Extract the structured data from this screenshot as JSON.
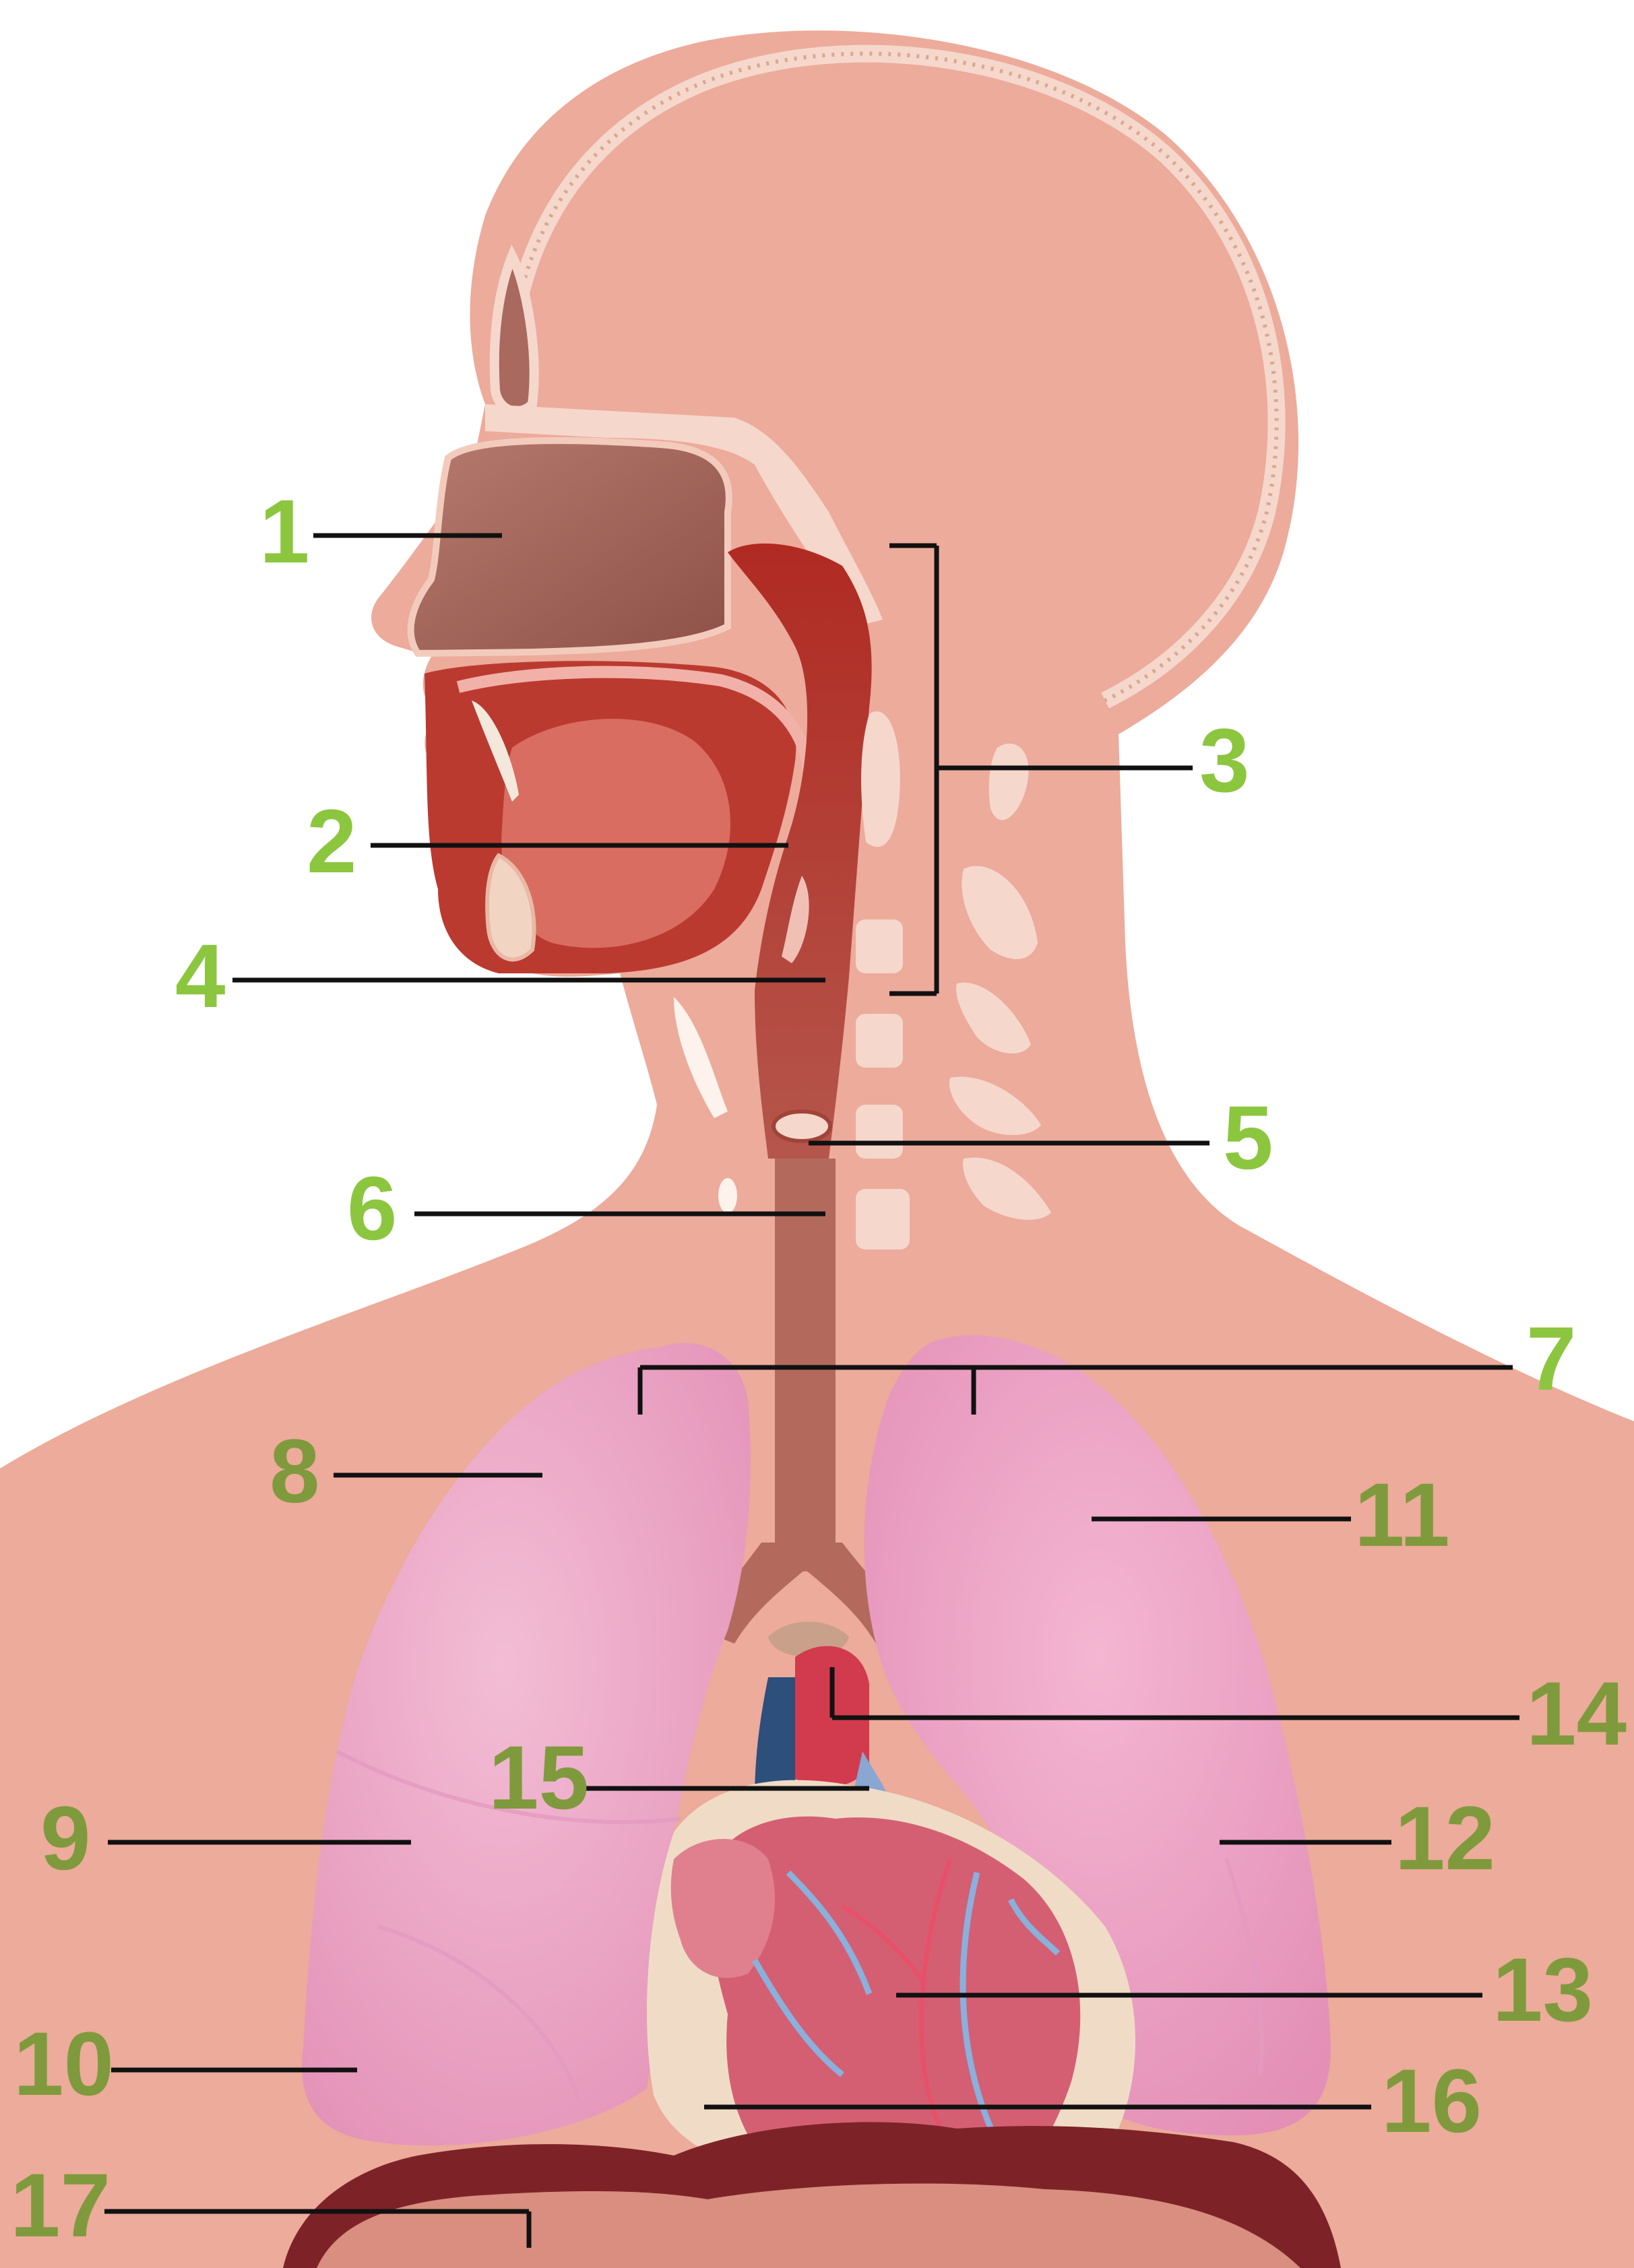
{
  "colors": {
    "background": "#ffffff",
    "skin": "#ecab9b",
    "bone": "#f6d7cc",
    "nasal_cavity": "#a9695f",
    "airway": "#b4322a",
    "trachea": "#b36a5c",
    "lung": "#eaa6c6",
    "heart": "#d45f73",
    "diaphragm": "#7d2328",
    "label_light_green": "#8cc63f",
    "label_olive_green": "#7f9a3c",
    "leader_line": "#111111"
  },
  "labels": [
    {
      "id": "1",
      "text": "1"
    },
    {
      "id": "2",
      "text": "2"
    },
    {
      "id": "3",
      "text": "3"
    },
    {
      "id": "4",
      "text": "4"
    },
    {
      "id": "5",
      "text": "5"
    },
    {
      "id": "6",
      "text": "6"
    },
    {
      "id": "7",
      "text": "7"
    },
    {
      "id": "8",
      "text": "8"
    },
    {
      "id": "9",
      "text": "9"
    },
    {
      "id": "10",
      "text": "10"
    },
    {
      "id": "11",
      "text": "11"
    },
    {
      "id": "12",
      "text": "12"
    },
    {
      "id": "13",
      "text": "13"
    },
    {
      "id": "14",
      "text": "14"
    },
    {
      "id": "15",
      "text": "15"
    },
    {
      "id": "16",
      "text": "16"
    },
    {
      "id": "17",
      "text": "17"
    }
  ]
}
